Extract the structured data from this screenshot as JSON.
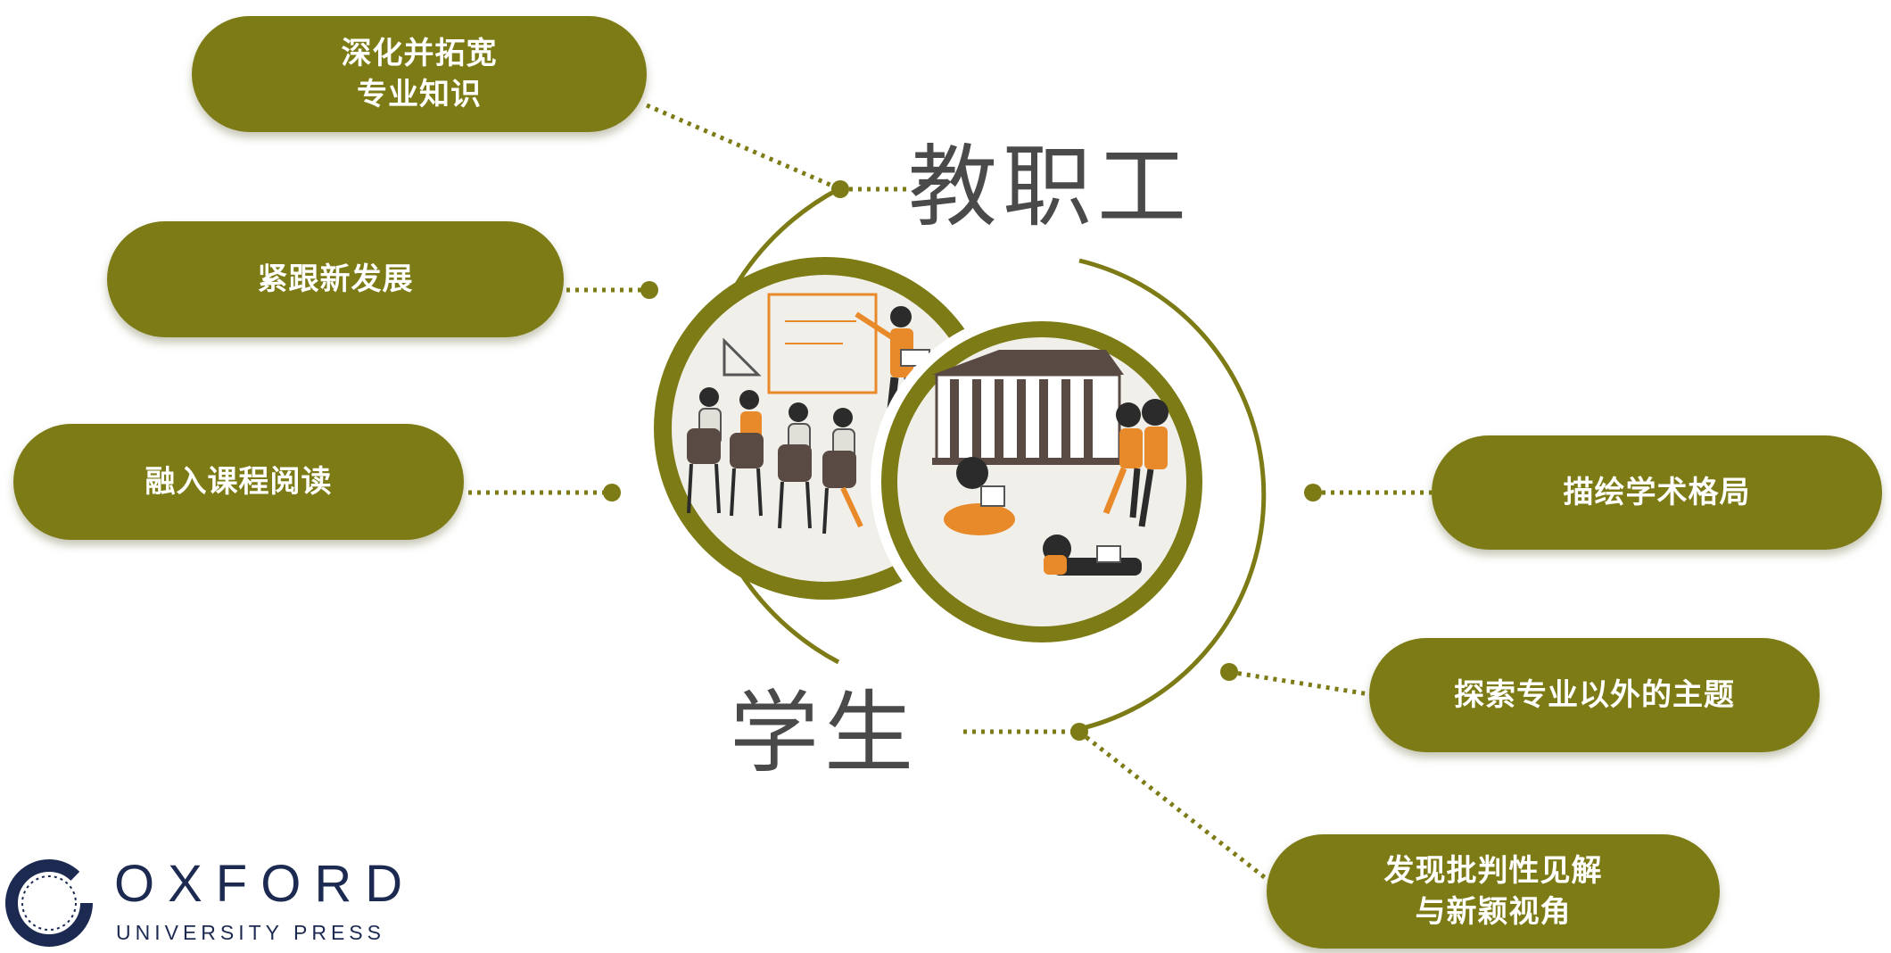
{
  "labels": {
    "staff": "教职工",
    "students": "学生"
  },
  "pills": [
    {
      "id": "deepen",
      "text": "深化并拓宽\n专业知识"
    },
    {
      "id": "keep-up",
      "text": "紧跟新发展"
    },
    {
      "id": "course-reading",
      "text": "融入课程阅读"
    },
    {
      "id": "map-academia",
      "text": "描绘学术格局"
    },
    {
      "id": "explore",
      "text": "探索专业以外的主题"
    },
    {
      "id": "critical",
      "text": "发现批判性见解\n与新颖视角"
    }
  ],
  "logo": {
    "wordmark": "OXFORD",
    "subline": "UNIVERSITY PRESS"
  },
  "colors": {
    "accent": "#7d7b15",
    "illustration_orange": "#e98a2a",
    "label_text": "#4a4a4a",
    "logo_navy": "#1c2a52"
  },
  "illustrations": [
    {
      "id": "classroom",
      "depicts": "classroom-scene"
    },
    {
      "id": "campus",
      "depicts": "campus-study-scene"
    }
  ]
}
